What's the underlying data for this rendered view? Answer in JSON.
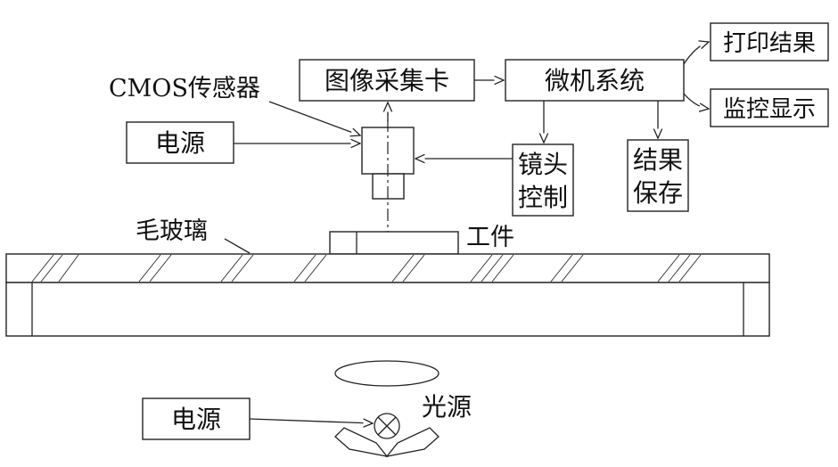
{
  "labels": {
    "image_capture_card": "图像采集卡",
    "microcomputer_system": "微机系统",
    "print_results": "打印结果",
    "monitor_display": "监控显示",
    "cmos_sensor": "CMOS传感器",
    "power_supply_top": "电源",
    "lens_control_line1": "镜头",
    "lens_control_line2": "控制",
    "result_save_line1": "结果",
    "result_save_line2": "保存",
    "frosted_glass": "毛玻璃",
    "workpiece": "工件",
    "light_source": "光源",
    "power_supply_bottom": "电源"
  }
}
